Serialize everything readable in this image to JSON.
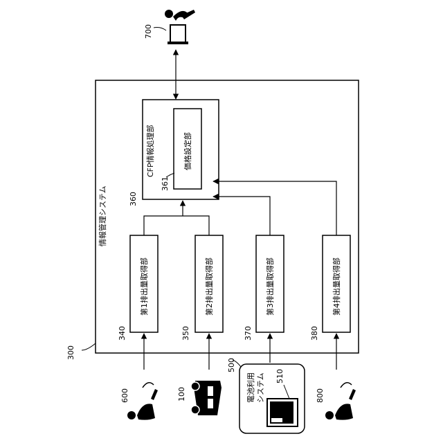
{
  "system": {
    "ref": "300",
    "title": "情報管理システム"
  },
  "cfp_unit": {
    "ref": "360",
    "label": "CFP情報処理部"
  },
  "price_unit": {
    "ref": "361",
    "label": "価格設定部"
  },
  "acquirers": [
    {
      "ref": "340",
      "label": "第1排出量取得部"
    },
    {
      "ref": "350",
      "label": "第2排出量取得部"
    },
    {
      "ref": "370",
      "label": "第3排出量取得部"
    },
    {
      "ref": "380",
      "label": "第4排出量取得部"
    }
  ],
  "terminal": {
    "ref": "700"
  },
  "battery_system": {
    "ref": "500",
    "label_line1": "電池利用",
    "label_line2": "システム",
    "battery_ref": "510"
  },
  "sources": [
    {
      "ref": "600",
      "icon": "person-icon"
    },
    {
      "ref": "100",
      "icon": "car-icon"
    },
    {
      "ref": "800",
      "icon": "person-icon"
    }
  ]
}
